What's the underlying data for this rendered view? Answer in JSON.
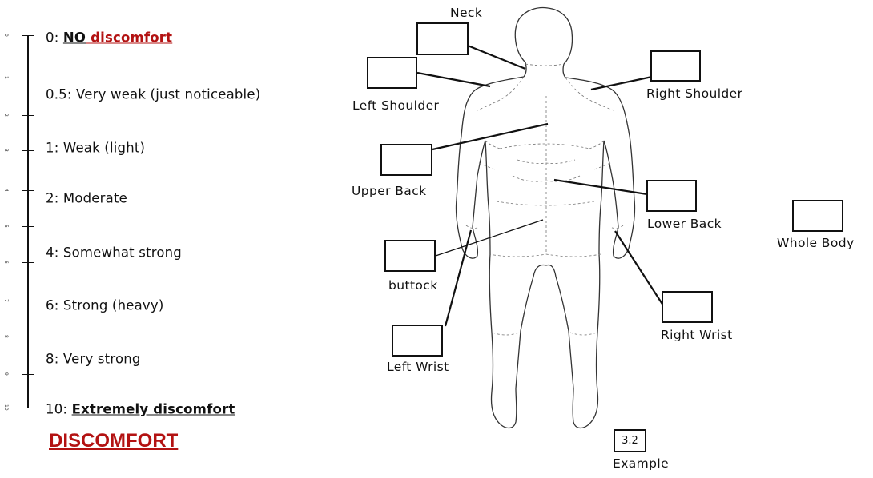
{
  "scale": {
    "tick_numbers": [
      "0",
      "1",
      "2",
      "3",
      "4",
      "5",
      "6",
      "7",
      "8",
      "9",
      "10"
    ],
    "levels": [
      {
        "prefix": "0: ",
        "strong": "NO",
        "red": " discomfort"
      },
      {
        "text": "0.5: Very weak (just noticeable)"
      },
      {
        "text": "1: Weak (light)"
      },
      {
        "text": "2: Moderate"
      },
      {
        "text": "4:  Somewhat strong"
      },
      {
        "text": "6: Strong (heavy)"
      },
      {
        "text": "8: Very strong"
      },
      {
        "prefix": "10: ",
        "strong": "Extremely discomfort"
      }
    ],
    "heading": "DISCOMFORT",
    "heading_color": "#b31212"
  },
  "regions": {
    "neck": "Neck",
    "left_shoulder": "Left Shoulder",
    "right_shoulder": "Right Shoulder",
    "upper_back": "Upper Back",
    "lower_back": "Lower Back",
    "whole_body": "Whole Body",
    "buttock": "buttock",
    "left_wrist": "Left Wrist",
    "right_wrist": "Right Wrist"
  },
  "example": {
    "value": "3.2",
    "label": "Example"
  }
}
